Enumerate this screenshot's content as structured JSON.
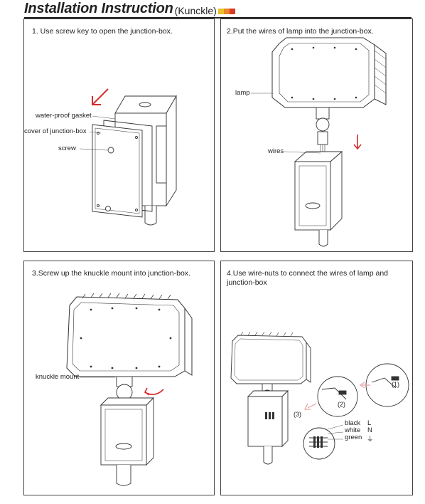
{
  "header": {
    "title": "Installation Instruction",
    "subtitle": "(Kunckle)",
    "swatch_colors": [
      "#e8c12a",
      "#e8862a",
      "#d83a22"
    ]
  },
  "steps": [
    {
      "text": "1. Use screw key to open the junction-box.",
      "labels": {
        "gasket": "water-proof gasket",
        "cover": "cover of junction-box",
        "screw": "screw"
      }
    },
    {
      "text": "2.Put the wires of lamp into the junction-box.",
      "labels": {
        "lamp": "lamp",
        "wires": "wires"
      }
    },
    {
      "text": "3.Screw up the knuckle mount into junction-box.",
      "labels": {
        "knuckle": "knuckle mount"
      }
    },
    {
      "text_line1": "4.Use wire-nuts to connect the wires of lamp and",
      "text_line2": "junction-box",
      "labels": {
        "n1": "(1)",
        "n2": "(2)",
        "n3": "(3)",
        "black": "black",
        "white": "white",
        "green": "green",
        "L": "L",
        "N": "N",
        "ground": "⏚"
      }
    }
  ],
  "accent_color": "#d42b2b"
}
